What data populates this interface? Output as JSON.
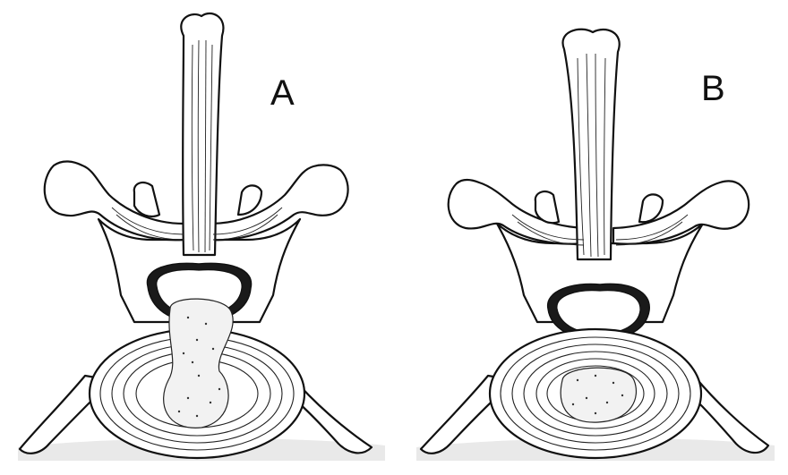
{
  "panels": [
    {
      "id": "A",
      "label": "A"
    },
    {
      "id": "B",
      "label": "B"
    }
  ],
  "colors": {
    "ink": "#111111",
    "paper": "#ffffff",
    "shade": "#e9e9e9"
  }
}
